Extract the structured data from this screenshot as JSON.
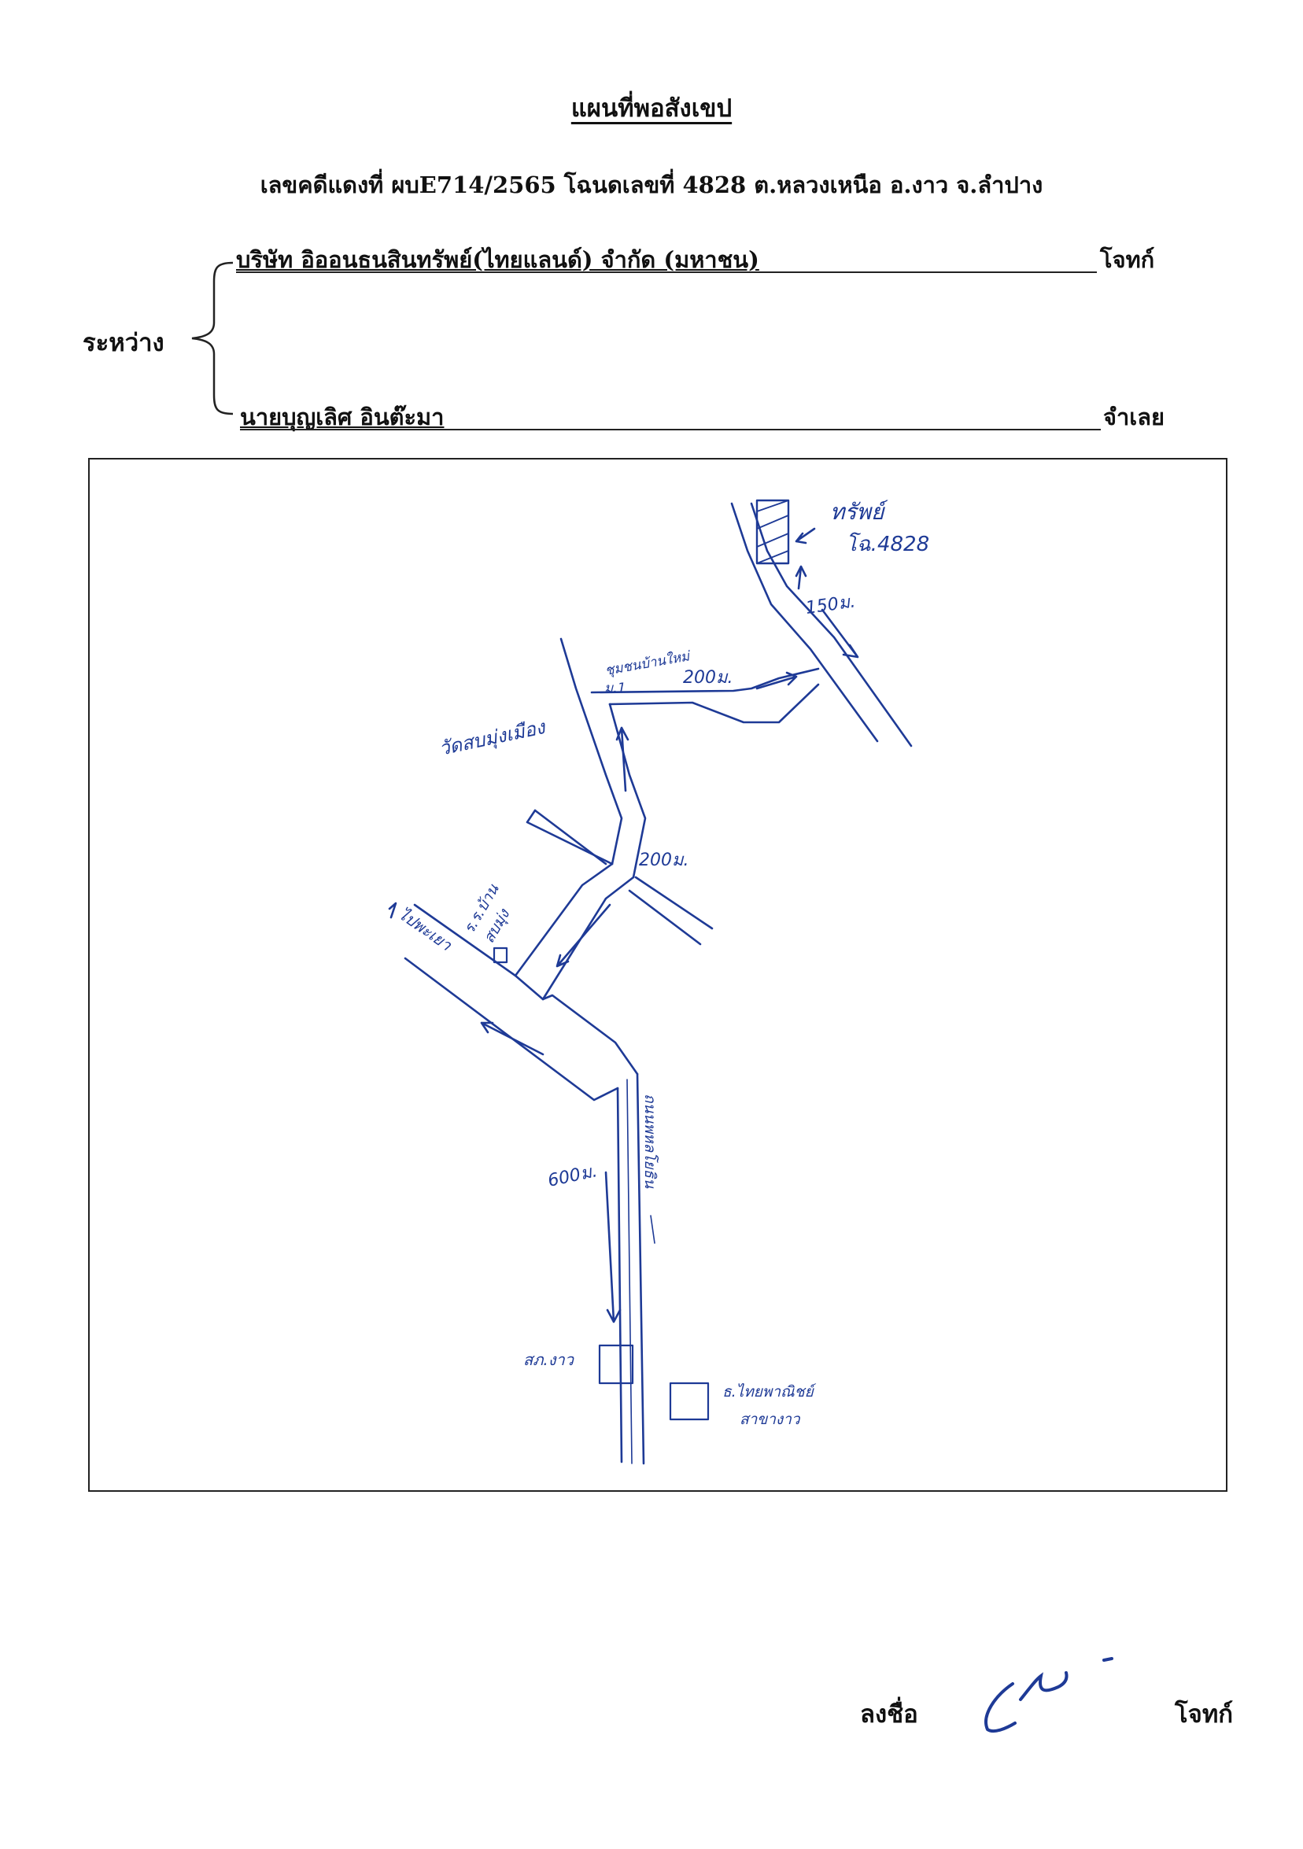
{
  "document": {
    "title": "แผนที่พอสังเขป",
    "case_line": "เลขคดีแดงที่ ผบE714/2565   โฉนดเลขที่ 4828  ต.หลวงเหนือ  อ.งาว   จ.ลำปาง",
    "between_label": "ระหว่าง",
    "plaintiff": {
      "name": "บริษัท อิออนธนสินทรัพย์(ไทยแลนด์) จำกัด  (มหาชน)",
      "role": "โจทก์"
    },
    "defendant": {
      "name": "นายบุญเลิศ อินต๊ะมา",
      "role": "จำเลย"
    }
  },
  "map": {
    "labels": {
      "target_line1": "ทรัพย์",
      "target_line2": "โฉ.4828",
      "dist_150": "150ม.",
      "village": "ชุมชนบ้านใหม่",
      "village_no": "ม.1",
      "dist_200_top": "200ม.",
      "temple": "วัดสบมุ่งเมือง",
      "dist_200_mid": "200ม.",
      "school_line1": "ร.ร.บ้าน",
      "school_line2": "สบมุ่ง",
      "to_phayao": "ไปพะเยา",
      "main_road": "ถนนพหลโยธิน",
      "dist_600": "600ม.",
      "police": "สภ.งาว",
      "bank_line1": "ธ.ไทยพาณิชย์",
      "bank_line2": "สาขางาว"
    },
    "ink_color": "#1e3a96"
  },
  "signature": {
    "label": "ลงชื่อ",
    "role": "โจทก์"
  }
}
